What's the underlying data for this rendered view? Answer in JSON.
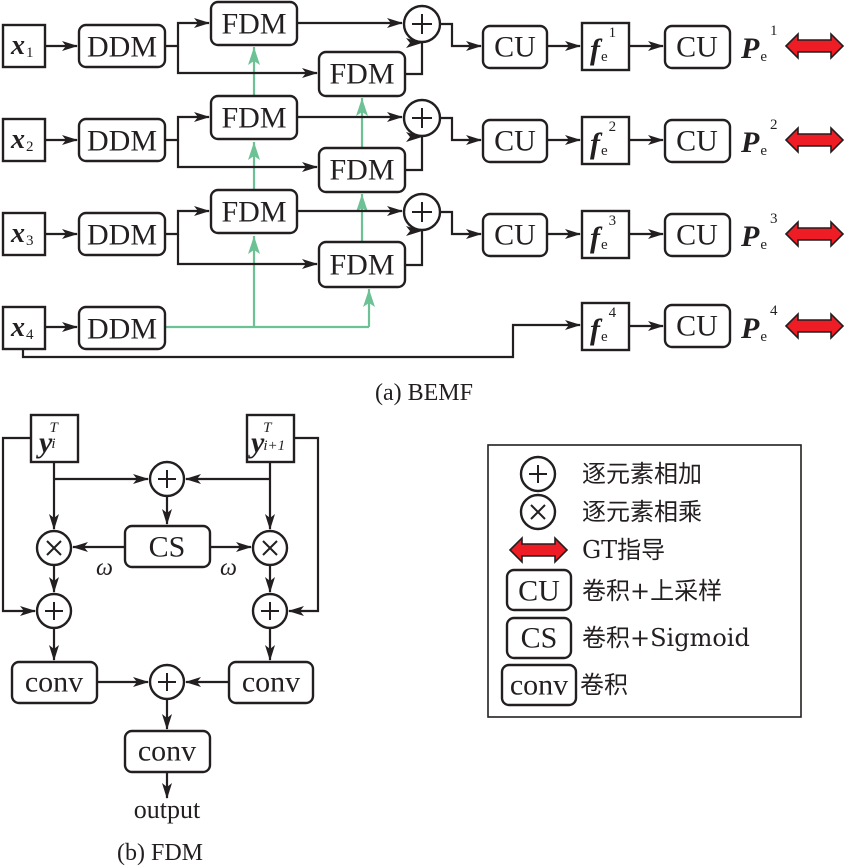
{
  "figure_a": {
    "caption": "(a) BEMF",
    "inputs": [
      {
        "base": "x",
        "sub": "1"
      },
      {
        "base": "x",
        "sub": "2"
      },
      {
        "base": "x",
        "sub": "3"
      },
      {
        "base": "x",
        "sub": "4"
      }
    ],
    "ddm_label": "DDM",
    "fdm_label": "FDM",
    "cu_label": "CU",
    "features": [
      {
        "base": "f",
        "sub": "e",
        "sup": "1"
      },
      {
        "base": "f",
        "sub": "e",
        "sup": "2"
      },
      {
        "base": "f",
        "sub": "e",
        "sup": "3"
      },
      {
        "base": "f",
        "sub": "e",
        "sup": "4"
      }
    ],
    "predictions": [
      {
        "base": "P",
        "sub": "e",
        "sup": "1"
      },
      {
        "base": "P",
        "sub": "e",
        "sup": "2"
      },
      {
        "base": "P",
        "sub": "e",
        "sup": "3"
      },
      {
        "base": "P",
        "sub": "e",
        "sup": "4"
      }
    ],
    "plus_symbol": "+"
  },
  "figure_b": {
    "caption": "(b) FDM",
    "input_left": {
      "base": "y",
      "sub": "i",
      "sup": "T"
    },
    "input_right": {
      "base": "y",
      "sub": "i+1",
      "sup": "T"
    },
    "cs_label": "CS",
    "conv_label": "conv",
    "weight_symbol": "ω",
    "plus_symbol": "+",
    "times_symbol": "×",
    "output_label": "output"
  },
  "legend": {
    "items": [
      {
        "symbol": "plus-circle",
        "glyph": "+",
        "label": "逐元素相加"
      },
      {
        "symbol": "times-circle",
        "glyph": "×",
        "label": "逐元素相乘"
      },
      {
        "symbol": "red-double-arrow",
        "glyph": "",
        "label": "GT指导"
      },
      {
        "symbol": "box",
        "glyph": "CU",
        "label": "卷积+上采样"
      },
      {
        "symbol": "box",
        "glyph": "CS",
        "label": "卷积+Sigmoid"
      },
      {
        "symbol": "box",
        "glyph": "conv",
        "label": "卷积"
      }
    ]
  },
  "colors": {
    "line": "#231f20",
    "green_guide": "#6cc295",
    "gt_arrow_fill": "#ee1c24"
  }
}
